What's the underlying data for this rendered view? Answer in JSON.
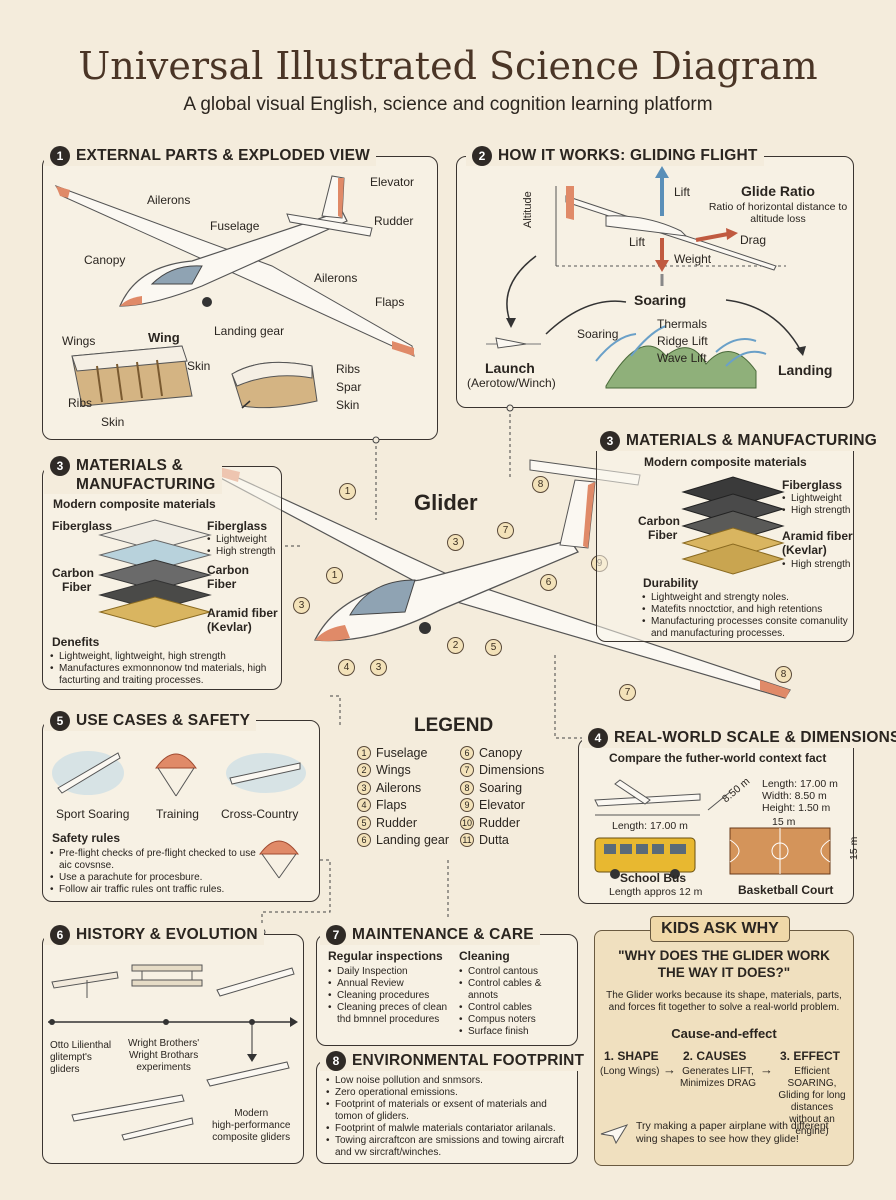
{
  "header": {
    "title": "Universal Illustrated Science Diagram",
    "subtitle": "A global visual English, science and cognition learning platform"
  },
  "center": {
    "title": "Glider",
    "callouts": [
      "1",
      "3",
      "7",
      "8",
      "1",
      "6",
      "9",
      "3",
      "2",
      "4",
      "3",
      "2",
      "5",
      "7",
      "8"
    ]
  },
  "p1": {
    "num": "1",
    "title": "EXTERNAL PARTS & EXPLODED VIEW",
    "labels": {
      "ailerons": "Ailerons",
      "fuselage": "Fuselage",
      "elevator": "Elevator",
      "rudder": "Rudder",
      "canopy": "Canopy",
      "ailerons2": "Ailerons",
      "flaps": "Flaps",
      "landing_gear": "Landing gear",
      "wings": "Wings",
      "wing": "Wing",
      "skin": "Skin",
      "ribs": "Ribs",
      "skin2": "Skin",
      "ribs2": "Ribs",
      "spar": "Spar",
      "skin3": "Skin"
    }
  },
  "p2": {
    "num": "2",
    "title": "HOW IT WORKS: GLIDING FLIGHT",
    "labels": {
      "lift": "Lift",
      "lift2": "Lift",
      "drag": "Drag",
      "weight": "Weight",
      "altitude": "Altitude",
      "glide_ratio": "Glide Ratio",
      "glide_desc": "Ratio of horizontal distance to altitude loss",
      "soaring": "Soaring",
      "soaring2": "Soaring",
      "thermals": "Thermals",
      "ridge": "Ridge Lift",
      "wave": "Wave Lift",
      "launch": "Launch",
      "launch_sub": "(Aerotow/Winch)",
      "landing": "Landing"
    }
  },
  "p3l": {
    "num": "3",
    "title": "MATERIALS &",
    "title2": "MANUFACTURING",
    "sub": "Modern composite materials",
    "labels": {
      "fiberglass": "Fiberglass",
      "fiberglass2": "Fiberglass",
      "carbon": "Carbon",
      "fiber": "Fiber",
      "carbon2": "Carbon",
      "fiber2": "Fiber",
      "aramid": "Aramid fiber",
      "kevlar": "(Kevlar)"
    },
    "fg_props": [
      "Lightweight",
      "High strength"
    ],
    "benefits_title": "Denefits",
    "benefits": [
      "Lightweight, lightweight, high strength",
      "Manufactures exmonnonow tnd materials, high facturting and traiting processes."
    ]
  },
  "p3r": {
    "num": "3",
    "title": "MATERIALS & MANUFACTURING",
    "sub": "Modern composite materials",
    "labels": {
      "fiberglass": "Fiberglass",
      "carbon": "Carbon",
      "fiber": "Fiber",
      "aramid": "Aramid fiber",
      "kevlar": "(Kevlar)"
    },
    "fg_props": [
      "Lightweight",
      "High strength"
    ],
    "ar_props": [
      "High strength"
    ],
    "durability_title": "Durability",
    "durability": [
      "Lightweight and strengty noles.",
      "Matefits nnoctctior, and high retentions",
      "Manufacturing processes consite comanulity and manufacturing processes."
    ]
  },
  "p4": {
    "num": "4",
    "title": "REAL-WORLD SCALE & DIMENSIONS",
    "sub": "Compare the futher-world context fact",
    "length_label": "Length: 17.00 m",
    "width_label": "8.50 m",
    "dims": [
      "Length: 17.00 m",
      "Width: 8.50 m",
      "Height: 1.50 m"
    ],
    "bus": "School Bus",
    "bus_sub": "Length appros 12 m",
    "court": "Basketball Court",
    "court_w": "15 m",
    "court_h": "15 m"
  },
  "p5": {
    "num": "5",
    "title": "USE CASES & SAFETY",
    "uses": [
      "Sport Soaring",
      "Training",
      "Cross-Country"
    ],
    "safety_title": "Safety rules",
    "safety": [
      "Pre-flight checks of pre-flight checked to use aic covsnse.",
      "Use a parachute for procesbure.",
      "Follow air traffic rules ont traffic rules."
    ]
  },
  "p6": {
    "num": "6",
    "title": "HISTORY & EVOLUTION",
    "lilienthal": [
      "Otto Lilienthal",
      "glitempt's",
      "gliders"
    ],
    "wright": [
      "Wright Brothers'",
      "Wright Brothars",
      "experiments"
    ],
    "modern": [
      "Modern",
      "high-performance",
      "composite gliders"
    ]
  },
  "p7": {
    "num": "7",
    "title": "MAINTENANCE & CARE",
    "col1_title": "Regular inspections",
    "col1": [
      "Daily Inspection",
      "Annual Review",
      "Cleaning procedures",
      "Cleaning preces of clean thd bmnnel procedures"
    ],
    "col2_title": "Cleaning",
    "col2": [
      "Control cantous",
      "Control cables & annots",
      "Control cables",
      "Compus noters",
      "Surface finish"
    ]
  },
  "p8": {
    "num": "8",
    "title": "ENVIRONMENTAL FOOTPRINT",
    "items": [
      "Low noise pollution and snmsors.",
      "Zero operational emissions.",
      "Footprint of materials or exsent of materials and tomon of gliders.",
      "Footprint of malwle materials contariator arilanals.",
      "Towing aircraftcon are smissions and towing aircraft and vw sircraft/winches."
    ]
  },
  "legend": {
    "title": "LEGEND",
    "col1": [
      {
        "n": "1",
        "t": "Fuselage"
      },
      {
        "n": "2",
        "t": "Wings"
      },
      {
        "n": "3",
        "t": "Ailerons"
      },
      {
        "n": "4",
        "t": "Flaps"
      },
      {
        "n": "5",
        "t": "Rudder"
      },
      {
        "n": "6",
        "t": "Landing gear"
      }
    ],
    "col2": [
      {
        "n": "6",
        "t": "Canopy"
      },
      {
        "n": "7",
        "t": "Dimensions"
      },
      {
        "n": "8",
        "t": "Soaring"
      },
      {
        "n": "9",
        "t": "Elevator"
      },
      {
        "n": "10",
        "t": "Rudder"
      },
      {
        "n": "11",
        "t": "Dutta"
      }
    ]
  },
  "kids": {
    "badge": "KIDS ASK WHY",
    "question": "\"WHY DOES THE GLIDER WORK THE WAY IT DOES?\"",
    "answer": "The Glider works because its shape, materials, parts, and forces fit together to solve a real-world problem.",
    "cause_title": "Cause-and-effect",
    "s1": "1. SHAPE",
    "s1d": "(Long Wings)",
    "s2": "2. CAUSES",
    "s2d": "Generates LIFT, Minimizes DRAG",
    "s3": "3. EFFECT",
    "s3d": "Efficient SOARING, Gliding for long distances without an engine)",
    "tip": "Try making a paper airplane with different wing shapes to see how they glide!"
  },
  "colors": {
    "bg": "#f4ecdc",
    "ink": "#2a2520",
    "accent_orange": "#e08a68",
    "title": "#4a3526",
    "kids_bg": "#f0e0bf"
  }
}
